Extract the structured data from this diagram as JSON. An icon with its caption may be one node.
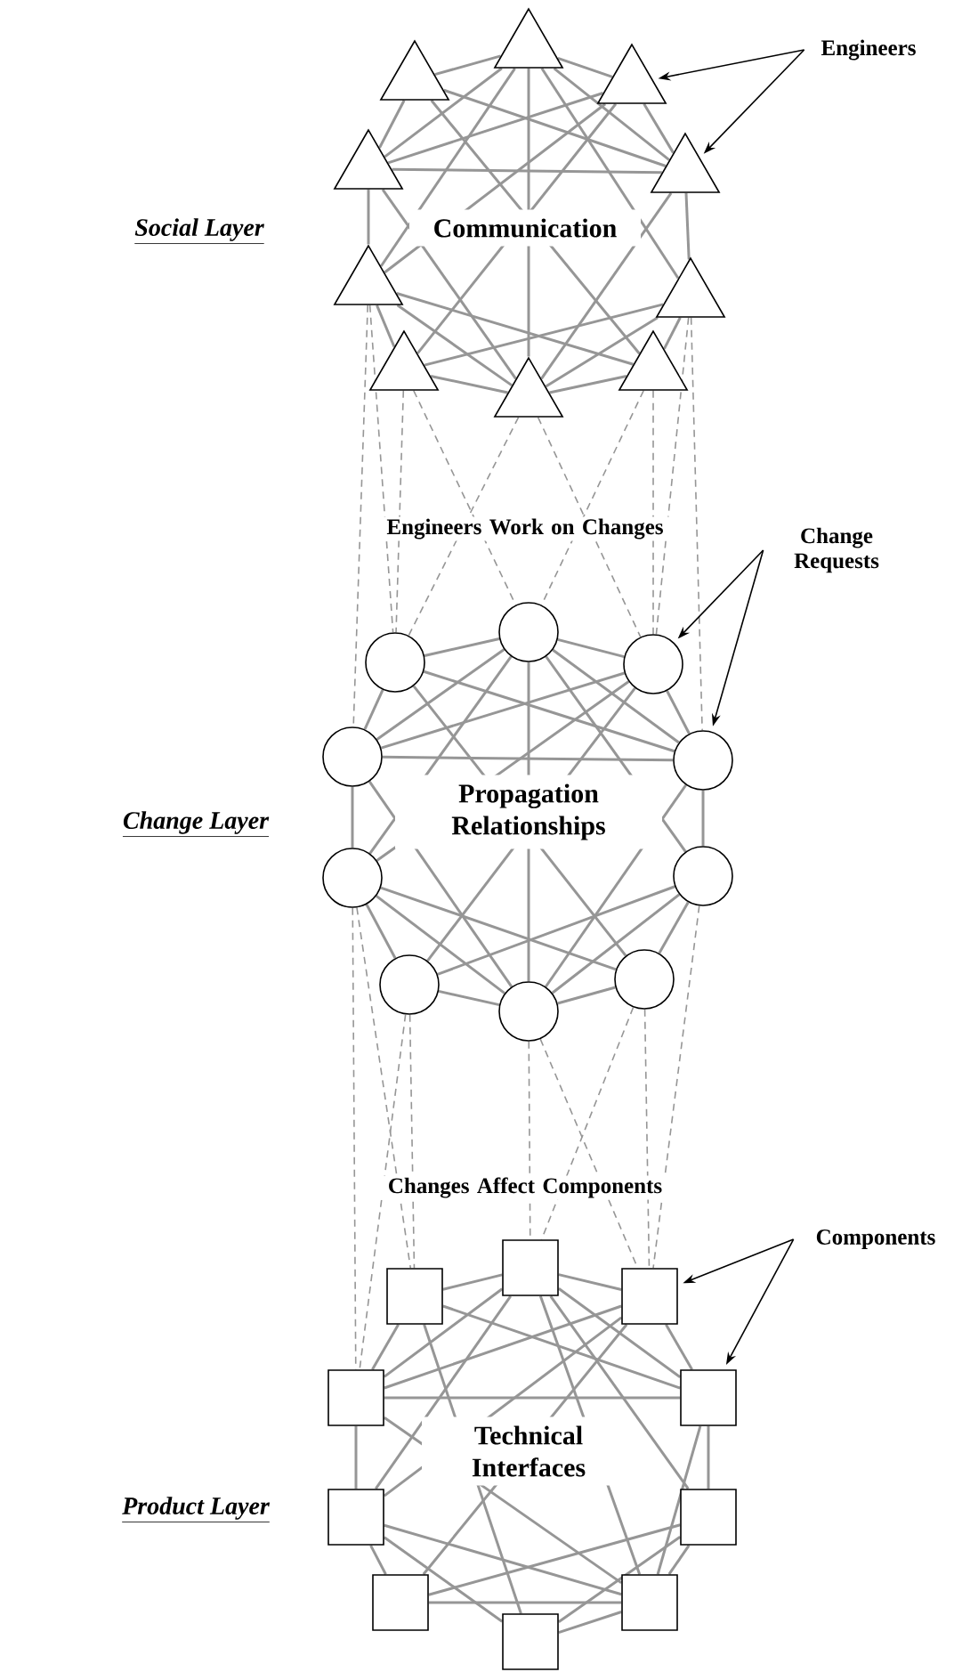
{
  "diagram": {
    "nodes": [
      {
        "text": [
          "Engineers"
        ]
      },
      {
        "text": [],
        "shape": "triangle"
      },
      {
        "text": [],
        "shape": "triangle"
      },
      {
        "text": [],
        "shape": "triangle"
      },
      {
        "text": [],
        "shape": "triangle"
      },
      {
        "text": [],
        "shape": "triangle"
      },
      {
        "text": [],
        "shape": "triangle"
      },
      {
        "text": [],
        "shape": "triangle"
      },
      {
        "text": [],
        "shape": "triangle"
      },
      {
        "text": [],
        "shape": "triangle"
      },
      {
        "text": [],
        "shape": "triangle"
      },
      {
        "text": [
          "Change Requests"
        ]
      },
      {
        "text": [],
        "shape": "circle"
      },
      {
        "text": [],
        "shape": "circle"
      },
      {
        "text": [],
        "shape": "circle"
      },
      {
        "text": [],
        "shape": "circle"
      },
      {
        "text": [],
        "shape": "circle"
      },
      {
        "text": [],
        "shape": "circle"
      },
      {
        "text": [],
        "shape": "circle"
      },
      {
        "text": [],
        "shape": "circle"
      },
      {
        "text": [],
        "shape": "circle"
      },
      {
        "text": [],
        "shape": "circle"
      },
      {
        "text": [
          "Components"
        ]
      },
      {
        "text": [],
        "shape": "box"
      },
      {
        "text": [],
        "shape": "box"
      },
      {
        "text": [],
        "shape": "box"
      },
      {
        "text": [],
        "shape": "box"
      },
      {
        "text": [],
        "shape": "box"
      },
      {
        "text": [],
        "shape": "box"
      },
      {
        "text": [],
        "shape": "box"
      },
      {
        "text": [],
        "shape": "box"
      },
      {
        "text": [],
        "shape": "box"
      },
      {
        "text": [],
        "shape": "box"
      }
    ],
    "edges": [
      {
        "from": 1,
        "to": 2,
        "arrow": "none"
      },
      {
        "from": 2,
        "to": 3,
        "arrow": "none"
      },
      {
        "from": 3,
        "to": 5,
        "arrow": "none"
      },
      {
        "from": 5,
        "to": 7,
        "arrow": "none"
      },
      {
        "from": 7,
        "to": 10,
        "arrow": "none"
      },
      {
        "from": 10,
        "to": 9,
        "arrow": "none"
      },
      {
        "from": 9,
        "to": 8,
        "arrow": "none"
      },
      {
        "from": 8,
        "to": 6,
        "arrow": "none"
      },
      {
        "from": 6,
        "to": 4,
        "arrow": "none"
      },
      {
        "from": 4,
        "to": 1,
        "arrow": "none"
      },
      {
        "from": 2,
        "to": 4,
        "arrow": "none"
      },
      {
        "from": 2,
        "to": 5,
        "arrow": "none"
      },
      {
        "from": 2,
        "to": 9,
        "arrow": "none"
      },
      {
        "from": 2,
        "to": 6,
        "arrow": "none"
      },
      {
        "from": 2,
        "to": 7,
        "arrow": "none"
      },
      {
        "from": 1,
        "to": 5,
        "arrow": "none"
      },
      {
        "from": 4,
        "to": 5,
        "arrow": "none"
      },
      {
        "from": 3,
        "to": 4,
        "arrow": "none"
      },
      {
        "from": 3,
        "to": 6,
        "arrow": "none"
      },
      {
        "from": 8,
        "to": 7,
        "arrow": "none"
      },
      {
        "from": 9,
        "to": 4,
        "arrow": "none"
      },
      {
        "from": 9,
        "to": 5,
        "arrow": "none"
      },
      {
        "from": 9,
        "to": 6,
        "arrow": "none"
      },
      {
        "from": 9,
        "to": 7,
        "arrow": "none"
      },
      {
        "from": 8,
        "to": 3,
        "arrow": "none"
      },
      {
        "from": 10,
        "to": 6,
        "arrow": "none"
      },
      {
        "from": 1,
        "to": 10,
        "arrow": "none"
      },
      {
        "from": 12,
        "to": 13,
        "arrow": "none"
      },
      {
        "from": 13,
        "to": 14,
        "arrow": "none"
      },
      {
        "from": 14,
        "to": 16,
        "arrow": "none"
      },
      {
        "from": 16,
        "to": 18,
        "arrow": "none"
      },
      {
        "from": 18,
        "to": 21,
        "arrow": "none"
      },
      {
        "from": 21,
        "to": 20,
        "arrow": "none"
      },
      {
        "from": 20,
        "to": 19,
        "arrow": "none"
      },
      {
        "from": 19,
        "to": 17,
        "arrow": "none"
      },
      {
        "from": 17,
        "to": 15,
        "arrow": "none"
      },
      {
        "from": 15,
        "to": 12,
        "arrow": "none"
      },
      {
        "from": 13,
        "to": 15,
        "arrow": "none"
      },
      {
        "from": 13,
        "to": 16,
        "arrow": "none"
      },
      {
        "from": 13,
        "to": 20,
        "arrow": "none"
      },
      {
        "from": 13,
        "to": 17,
        "arrow": "none"
      },
      {
        "from": 13,
        "to": 18,
        "arrow": "none"
      },
      {
        "from": 12,
        "to": 16,
        "arrow": "none"
      },
      {
        "from": 15,
        "to": 16,
        "arrow": "none"
      },
      {
        "from": 14,
        "to": 15,
        "arrow": "none"
      },
      {
        "from": 14,
        "to": 17,
        "arrow": "none"
      },
      {
        "from": 19,
        "to": 18,
        "arrow": "none"
      },
      {
        "from": 20,
        "to": 15,
        "arrow": "none"
      },
      {
        "from": 20,
        "to": 16,
        "arrow": "none"
      },
      {
        "from": 20,
        "to": 17,
        "arrow": "none"
      },
      {
        "from": 20,
        "to": 18,
        "arrow": "none"
      },
      {
        "from": 19,
        "to": 14,
        "arrow": "none"
      },
      {
        "from": 21,
        "to": 17,
        "arrow": "none"
      },
      {
        "from": 12,
        "to": 21,
        "arrow": "none"
      },
      {
        "from": 23,
        "to": 24,
        "arrow": "none"
      },
      {
        "from": 24,
        "to": 25,
        "arrow": "none"
      },
      {
        "from": 25,
        "to": 27,
        "arrow": "none"
      },
      {
        "from": 27,
        "to": 29,
        "arrow": "none"
      },
      {
        "from": 29,
        "to": 32,
        "arrow": "none"
      },
      {
        "from": 32,
        "to": 31,
        "arrow": "none"
      },
      {
        "from": 31,
        "to": 30,
        "arrow": "none"
      },
      {
        "from": 30,
        "to": 28,
        "arrow": "none"
      },
      {
        "from": 28,
        "to": 26,
        "arrow": "none"
      },
      {
        "from": 26,
        "to": 23,
        "arrow": "none"
      },
      {
        "from": 24,
        "to": 26,
        "arrow": "none"
      },
      {
        "from": 24,
        "to": 27,
        "arrow": "none"
      },
      {
        "from": 24,
        "to": 31,
        "arrow": "none"
      },
      {
        "from": 24,
        "to": 28,
        "arrow": "none"
      },
      {
        "from": 24,
        "to": 29,
        "arrow": "none"
      },
      {
        "from": 23,
        "to": 27,
        "arrow": "none"
      },
      {
        "from": 26,
        "to": 27,
        "arrow": "none"
      },
      {
        "from": 25,
        "to": 26,
        "arrow": "none"
      },
      {
        "from": 25,
        "to": 28,
        "arrow": "none"
      },
      {
        "from": 30,
        "to": 29,
        "arrow": "none"
      },
      {
        "from": 31,
        "to": 26,
        "arrow": "none"
      },
      {
        "from": 31,
        "to": 27,
        "arrow": "none"
      },
      {
        "from": 31,
        "to": 28,
        "arrow": "none"
      },
      {
        "from": 31,
        "to": 29,
        "arrow": "none"
      },
      {
        "from": 30,
        "to": 25,
        "arrow": "none"
      },
      {
        "from": 32,
        "to": 28,
        "arrow": "none"
      },
      {
        "from": 23,
        "to": 32,
        "arrow": "none"
      },
      {
        "from": 6,
        "to": 12,
        "arrow": "none",
        "style": "dashed"
      },
      {
        "from": 8,
        "to": 13,
        "arrow": "none",
        "style": "dashed"
      },
      {
        "from": 9,
        "to": 14,
        "arrow": "none",
        "style": "dashed"
      },
      {
        "from": 9,
        "to": 12,
        "arrow": "none",
        "style": "dashed"
      },
      {
        "from": 10,
        "to": 14,
        "arrow": "none",
        "style": "dashed"
      },
      {
        "from": 7,
        "to": 16,
        "arrow": "none",
        "style": "dashed"
      },
      {
        "from": 8,
        "to": 12,
        "arrow": "none",
        "style": "dashed"
      },
      {
        "from": 10,
        "to": 13,
        "arrow": "none",
        "style": "dashed"
      },
      {
        "from": 6,
        "to": 15,
        "arrow": "none",
        "style": "dashed"
      },
      {
        "from": 7,
        "to": 14,
        "arrow": "none",
        "style": "dashed"
      },
      {
        "from": 19,
        "to": 26,
        "arrow": "none",
        "style": "dashed"
      },
      {
        "from": 20,
        "to": 24,
        "arrow": "none",
        "style": "dashed"
      },
      {
        "from": 17,
        "to": 23,
        "arrow": "none",
        "style": "dashed"
      },
      {
        "from": 21,
        "to": 25,
        "arrow": "none",
        "style": "dashed"
      },
      {
        "from": 18,
        "to": 25,
        "arrow": "none",
        "style": "dashed"
      },
      {
        "from": 20,
        "to": 25,
        "arrow": "none",
        "style": "dashed"
      },
      {
        "from": 19,
        "to": 23,
        "arrow": "none",
        "style": "dashed"
      },
      {
        "from": 17,
        "to": 26,
        "arrow": "none",
        "style": "dashed"
      },
      {
        "from": 21,
        "to": 24,
        "arrow": "none",
        "style": "dashed"
      },
      {
        "from": 0,
        "to": 3,
        "arrow": "to",
        "color": "#000000"
      },
      {
        "from": 0,
        "to": 5,
        "arrow": "to",
        "color": "#000000"
      },
      {
        "from": 11,
        "to": 14,
        "arrow": "to",
        "color": "#000000"
      },
      {
        "from": 11,
        "to": 16,
        "arrow": "to",
        "color": "#000000"
      },
      {
        "from": 22,
        "to": 25,
        "arrow": "to",
        "color": "#000000"
      },
      {
        "from": 22,
        "to": 27,
        "arrow": "to",
        "color": "#000000"
      }
    ],
    "labels": [
      "Social Layer",
      "Communication",
      "Engineers Work on Changes",
      "Change Layer",
      "Propagation Relationships",
      "Changes Affect Components",
      "Product Layer",
      "Technical Interfaces"
    ]
  }
}
